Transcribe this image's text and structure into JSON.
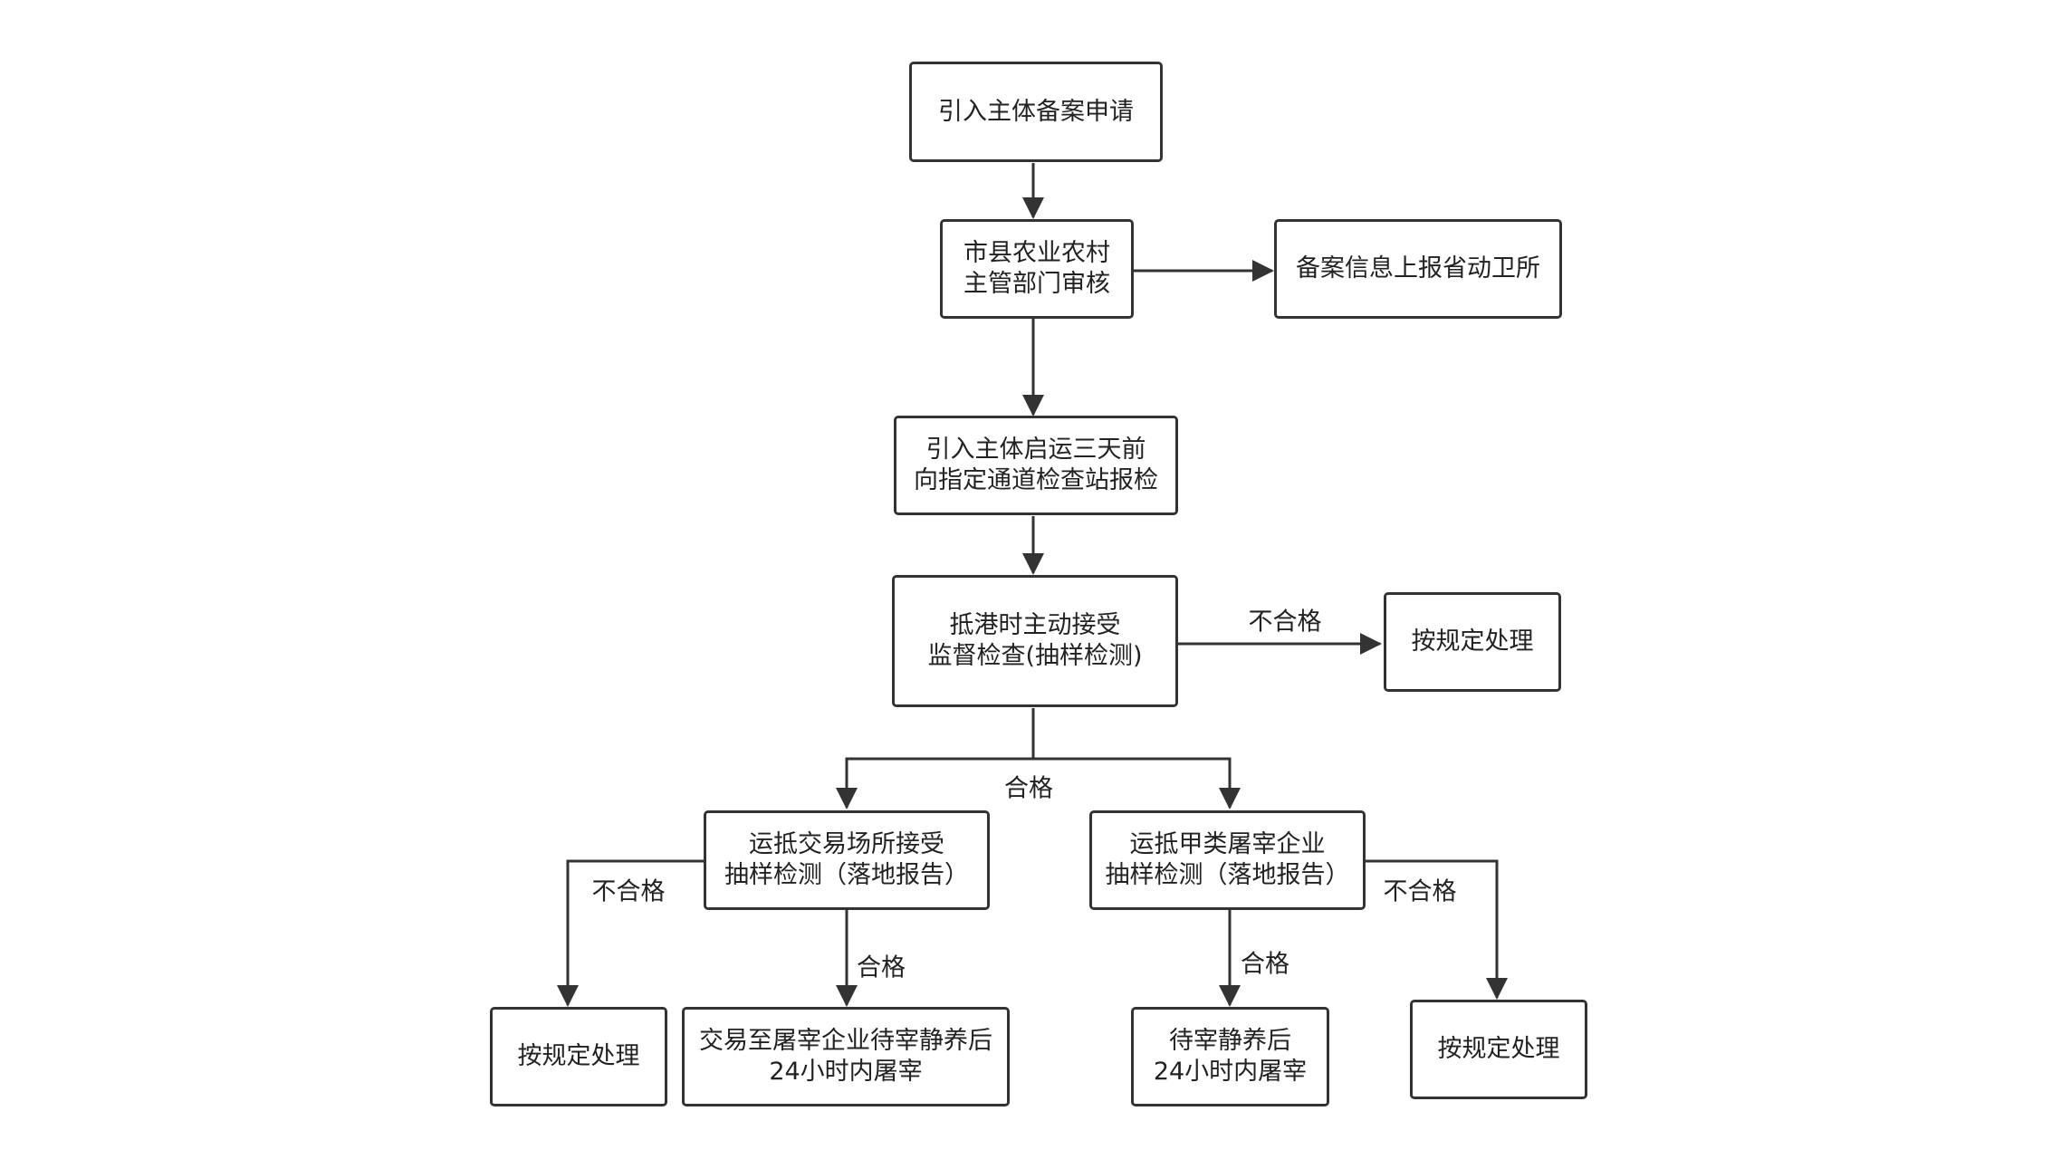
{
  "nodes": {
    "apply": {
      "text": "引入主体备案申请"
    },
    "county_review": {
      "text": "市县农业农村\n主管部门审核"
    },
    "report_province": {
      "text": "备案信息上报省动卫所"
    },
    "pre_inspection": {
      "text": "引入主体启运三天前\n向指定通道检查站报检"
    },
    "port_inspection": {
      "text": "抵港时主动接受\n监督检查(抽样检测)"
    },
    "handle_1": {
      "text": "按规定处理"
    },
    "market_test": {
      "text": "运抵交易场所接受\n抽样检测（落地报告）"
    },
    "slaughter_test": {
      "text": "运抵甲类屠宰企业\n抽样检测（落地报告）"
    },
    "handle_2": {
      "text": "按规定处理"
    },
    "market_to_slaughter": {
      "text": "交易至屠宰企业待宰静养后\n24小时内屠宰"
    },
    "slaughter_rest": {
      "text": "待宰静养后\n24小时内屠宰"
    },
    "handle_3": {
      "text": "按规定处理"
    }
  },
  "edge_labels": {
    "port_fail": "不合格",
    "port_pass": "合格",
    "market_fail": "不合格",
    "market_pass": "合格",
    "slaughter_pass": "合格",
    "slaughter_fail": "不合格"
  },
  "colors": {
    "line": "#333333",
    "text": "#222222",
    "background": "#ffffff"
  }
}
